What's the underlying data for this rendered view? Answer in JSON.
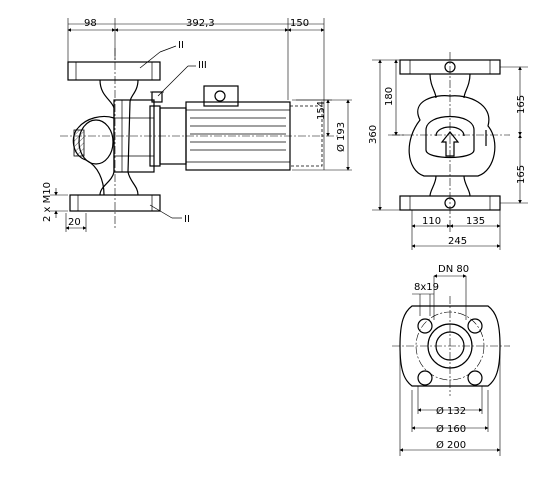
{
  "side_view": {
    "dim_top_left": "98",
    "dim_top_mid": "392,3",
    "dim_top_right": "150",
    "dim_motor_height": "154",
    "dim_motor_dia": "Ø 193",
    "dim_bolt_label": "2 x M10",
    "dim_bottom_left": "20",
    "callout_top": "II",
    "callout_mid": "III",
    "callout_bottom": "II"
  },
  "front_view": {
    "dim_total_height": "360",
    "dim_upper_height": "180",
    "dim_right_upper": "165",
    "dim_right_lower": "165",
    "dim_left_width": "110",
    "dim_right_width": "135",
    "dim_total_width": "245"
  },
  "flange_view": {
    "dim_nominal": "DN 80",
    "dim_holes": "8x19",
    "dim_d1": "Ø 132",
    "dim_d2": "Ø 160",
    "dim_d3": "Ø 200"
  }
}
